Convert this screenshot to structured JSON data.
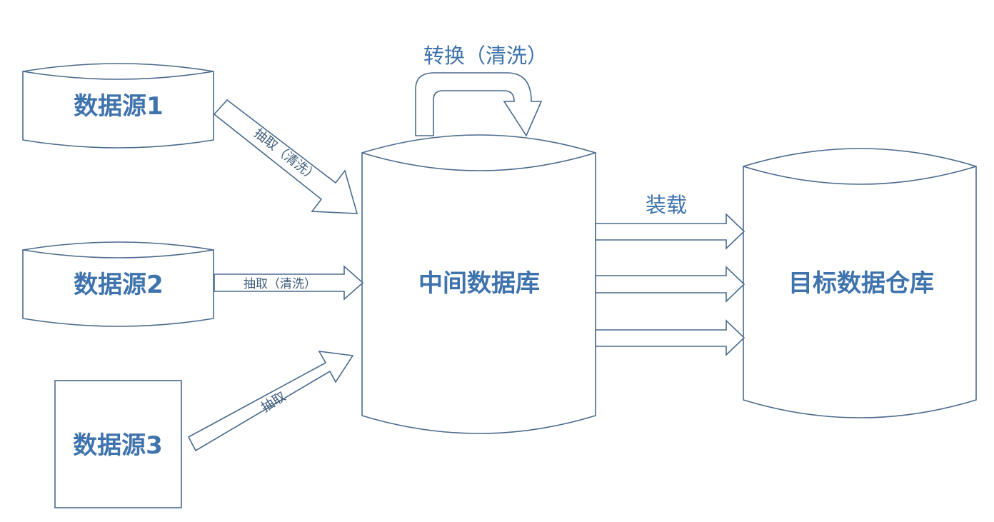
{
  "nodes": {
    "source1": "数据源1",
    "source2": "数据源2",
    "source3": "数据源3",
    "staging": "中间数据库",
    "warehouse": "目标数据仓库"
  },
  "edges": {
    "extract_clean_1": "抽取（清洗）",
    "extract_clean_2": "抽取（清洗）",
    "extract_3": "抽取",
    "transform": "转换（清洗）",
    "load": "装载"
  },
  "colors": {
    "stroke": "#4a6a8c",
    "label": "#3f73ad"
  }
}
